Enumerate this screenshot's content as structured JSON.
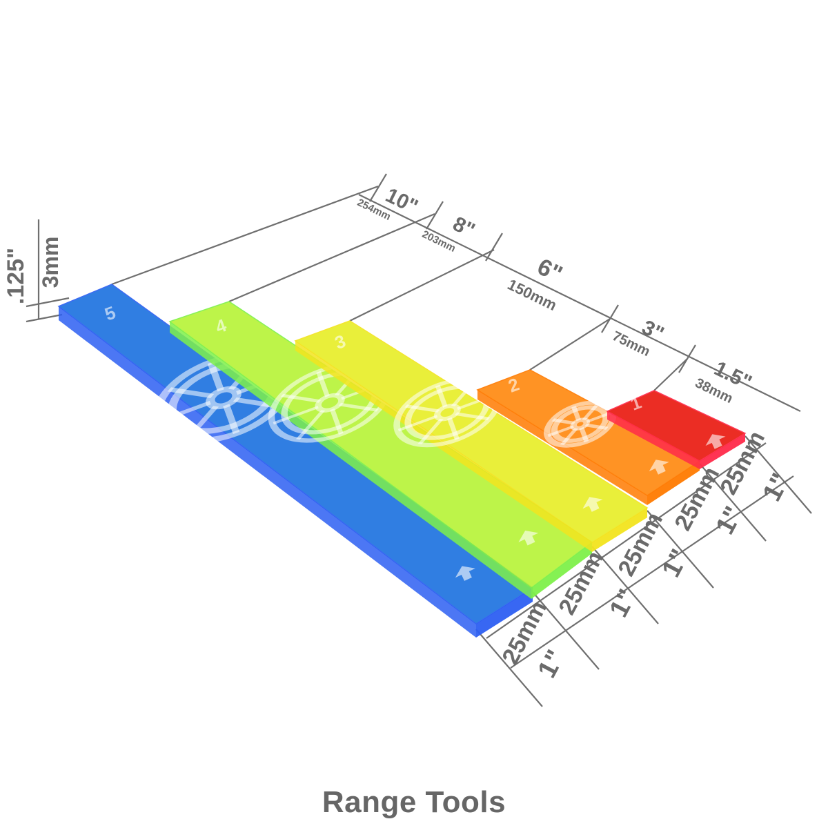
{
  "caption": "Range Tools",
  "thickness": {
    "imperial": ".125\"",
    "metric": "3mm"
  },
  "tools": [
    {
      "number": "5",
      "length_imperial": "10\"",
      "length_metric": "254mm",
      "width_imperial": "1\"",
      "width_metric": "25mm",
      "color": "#1f74e0",
      "edge": "#2d5ff2"
    },
    {
      "number": "4",
      "length_imperial": "8\"",
      "length_metric": "203mm",
      "width_imperial": "1\"",
      "width_metric": "25mm",
      "color": "#b8f43a",
      "edge": "#7ef04a"
    },
    {
      "number": "3",
      "length_imperial": "6\"",
      "length_metric": "150mm",
      "width_imperial": "1\"",
      "width_metric": "25mm",
      "color": "#e8ee2a",
      "edge": "#f2e41e"
    },
    {
      "number": "2",
      "length_imperial": "3\"",
      "length_metric": "75mm",
      "width_imperial": "1\"",
      "width_metric": "25mm",
      "color": "#ff8a12",
      "edge": "#ff7a00"
    },
    {
      "number": "1",
      "length_imperial": "1.5\"",
      "length_metric": "38mm",
      "width_imperial": "1\"",
      "width_metric": "25mm",
      "color": "#ea1c12",
      "edge": "#ff2a4a"
    }
  ]
}
